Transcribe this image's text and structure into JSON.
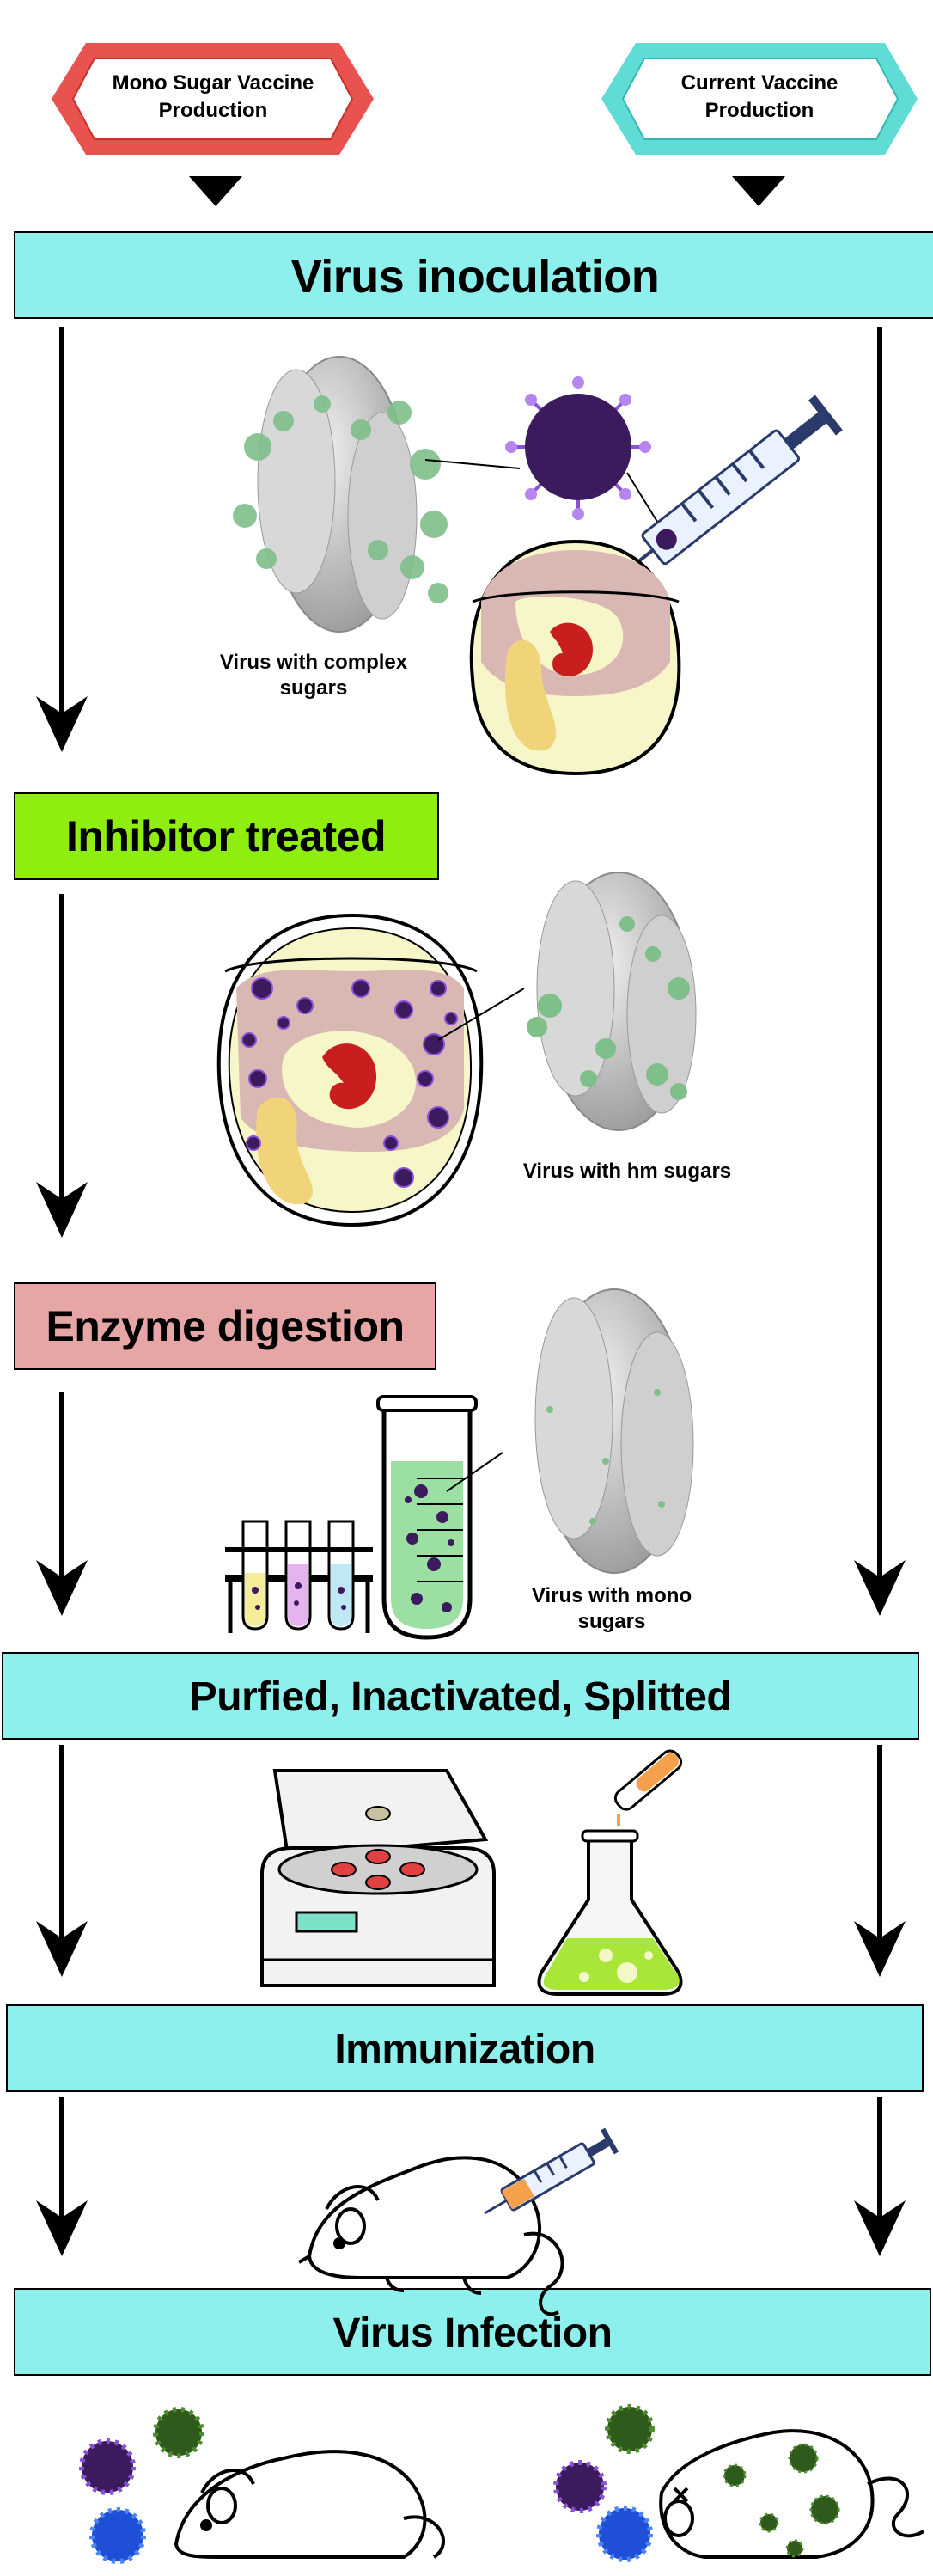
{
  "headers": {
    "left": {
      "line1": "Mono Sugar Vaccine",
      "line2": "Production",
      "color": "#e8534f"
    },
    "right": {
      "line1": "Current Vaccine",
      "line2": "Production",
      "color": "#5fdcd6"
    }
  },
  "steps": {
    "inoculation": {
      "label": "Virus inoculation",
      "color": "#8ef0ec"
    },
    "inhibitor": {
      "label": "Inhibitor treated",
      "color": "#8fee10"
    },
    "enzyme": {
      "label": "Enzyme digestion",
      "color": "#e6a6a6"
    },
    "purified": {
      "label": "Purfied, Inactivated, Splitted",
      "color": "#8ef0ec"
    },
    "immunization": {
      "label": "Immunization",
      "color": "#8ef0ec"
    },
    "infection": {
      "label": "Virus Infection",
      "color": "#8ef0ec"
    }
  },
  "captions": {
    "complex": {
      "line1": "Virus with complex",
      "line2": "sugars"
    },
    "hm": {
      "line1": "Virus with hm sugars"
    },
    "mono": {
      "line1": "Virus with mono",
      "line2": "sugars"
    }
  },
  "colors": {
    "virus_purple": "#3b1a5e",
    "virus_green": "#2e5a1c",
    "virus_blue": "#1f4fd6",
    "sugar_green": "#7fbf8a",
    "protein_gray": "#c8c8c8",
    "egg_pink": "#d9b8b4",
    "egg_yellow": "#f6f6c8",
    "yolk": "#f1d47a",
    "embryo_red": "#c81e1e",
    "liquid_green": "#9be0a2",
    "flask_liquid": "#a8e63a",
    "syringe_orange": "#f5a04a"
  },
  "icons": [
    "triangle-down-icon",
    "arrow-down-icon",
    "virus-icon",
    "egg-icon",
    "syringe-icon",
    "test-tube-icon",
    "centrifuge-icon",
    "flask-icon",
    "mouse-icon"
  ]
}
